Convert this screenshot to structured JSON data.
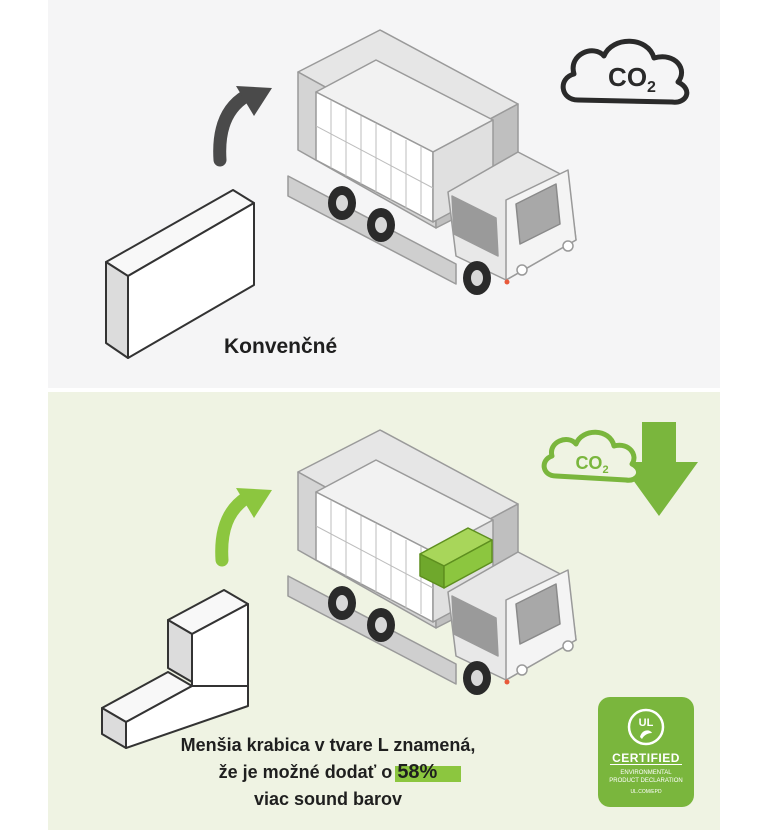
{
  "conventional": {
    "caption": "Konvenčné",
    "co2_label": "CO2"
  },
  "improved": {
    "co2_label": "CO2",
    "caption_line1": "Menšia krabica v tvare L znamená,",
    "caption_line2_prefix": "že je možné dodať o ",
    "caption_highlight": "58%",
    "caption_line3": "viac sound barov"
  },
  "badge": {
    "logo": "UL",
    "certified": "CERTIFIED",
    "line1": "ENVIRONMENTAL",
    "line2": "PRODUCT DECLARATION",
    "site": "UL.COM/EPD"
  },
  "colors": {
    "accent_green": "#8cc63f",
    "badge_green": "#7ab63d",
    "top_bg": "#f5f5f6",
    "bottom_bg": "#eff3e3"
  }
}
